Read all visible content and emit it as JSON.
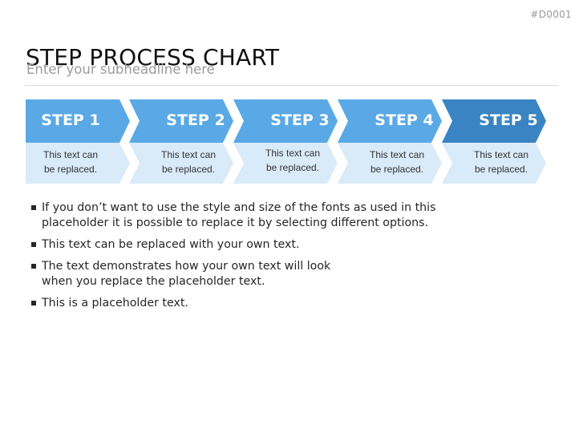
{
  "slide": {
    "id": "#D0001",
    "title": "STEP PROCESS CHART",
    "subtitle": "Enter your subheadline here"
  },
  "colors": {
    "step_fill": "#5aa9e6",
    "step_fill_last": "#3a84c3",
    "text_fill": "#d9eaf8"
  },
  "steps": [
    {
      "label": "STEP 1",
      "text_lines": [
        "This text can",
        "be replaced."
      ]
    },
    {
      "label": "STEP 2",
      "text_lines": [
        "This text can",
        "be replaced."
      ]
    },
    {
      "label": "STEP 3",
      "text_lines": [
        "This text can",
        "be replaced."
      ]
    },
    {
      "label": "STEP 4",
      "text_lines": [
        "This text can",
        "be replaced."
      ]
    },
    {
      "label": "STEP 5",
      "text_lines": [
        "This text can",
        "be replaced."
      ]
    }
  ],
  "bullets": [
    {
      "lines": [
        "If you don’t want to use the style and size of the fonts as used in this",
        "placeholder it is possible to replace it by selecting different options."
      ]
    },
    {
      "lines": [
        "This text can be replaced with your own text."
      ]
    },
    {
      "lines": [
        "The text demonstrates how your own text will look",
        "when you replace the placeholder text."
      ]
    },
    {
      "lines": [
        "This is a placeholder text."
      ]
    }
  ]
}
